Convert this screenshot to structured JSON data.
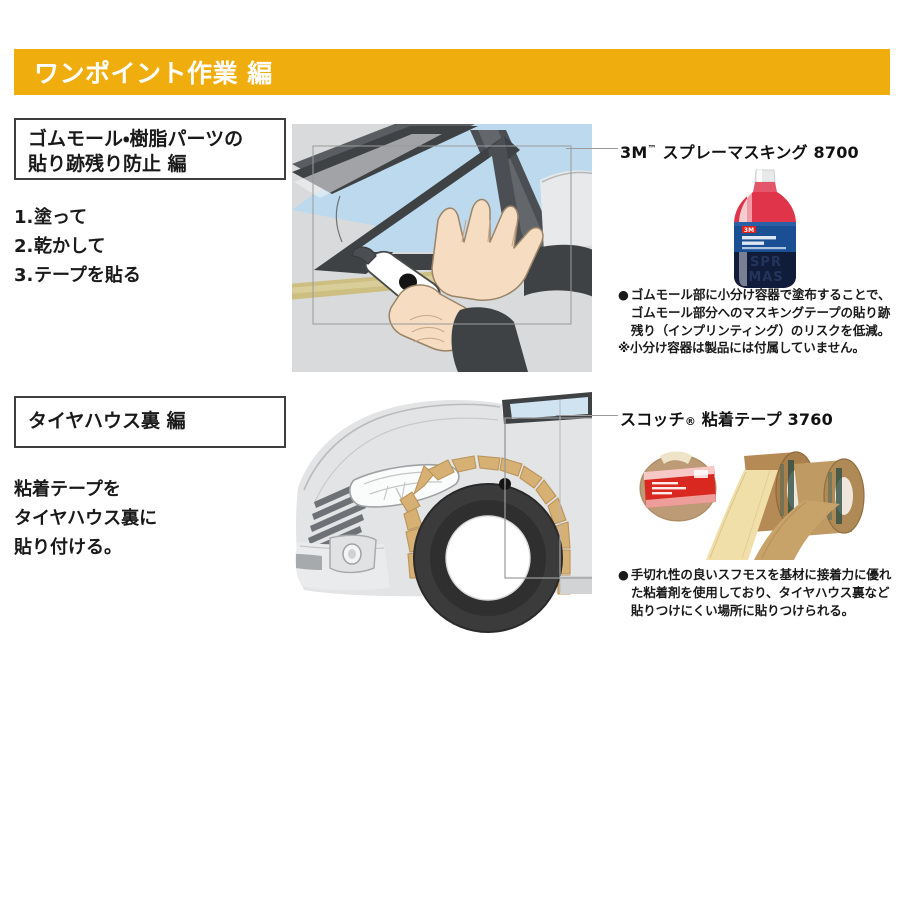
{
  "banner": {
    "title": "ワンポイント作業 編",
    "bg_color": "#f0ad0e",
    "text_color": "#ffffff"
  },
  "sections": [
    {
      "box_title": "ゴムモール・樹脂パーツの\n貼り跡残り防止 編",
      "steps": [
        {
          "num": "1.",
          "label": "塗って"
        },
        {
          "num": "2.",
          "label": "乾かして"
        },
        {
          "num": "3.",
          "label": "テープを貼る"
        }
      ],
      "illustration_name": "car-window-rubber-molding-application",
      "product": {
        "name_main": "3M",
        "name_tm": "™",
        "name_rest": " スプレーマスキング 8700",
        "photo_name": "spray-masking-bottle-photo",
        "bullet": "ゴムモール部に小分け容器で塗布することで、ゴムモール部分へのマスキングテープの貼り跡残り（インプリンティング）のリスクを低減。",
        "note": "※小分け容器は製品には付属していません。"
      }
    },
    {
      "box_title": "タイヤハウス裏 編",
      "lead_text": "粘着テープを\nタイヤハウス裏に\n貼り付ける。",
      "illustration_name": "minivan-front-wheel-arch-taping",
      "product": {
        "name_main": "スコッチ",
        "name_reg": "®",
        "name_rest": " 粘着テープ 3760",
        "photo_name": "adhesive-tape-rolls-photo",
        "bullet": "手切れ性の良いスフモスを基材に接着力に優れた粘着剤を使用しており、タイヤハウス裏など貼りつけにくい場所に貼りつけられる。"
      }
    }
  ],
  "bullet_glyph": "●",
  "colors": {
    "banner_orange": "#f0ad0e",
    "box_border": "#3e3e3e",
    "text_dark": "#1a1a1a",
    "leader_line": "#9b9b9b",
    "tape_tan": "#d7b074",
    "glass_blue": "#bcd9ee",
    "body_gray": "#d9dadb",
    "skin": "#f6dcc0",
    "sleeve_dark": "#3f4245",
    "bottle_red": "#e0344a",
    "label_blue": "#1b4f93",
    "label_navy": "#101c3a"
  }
}
